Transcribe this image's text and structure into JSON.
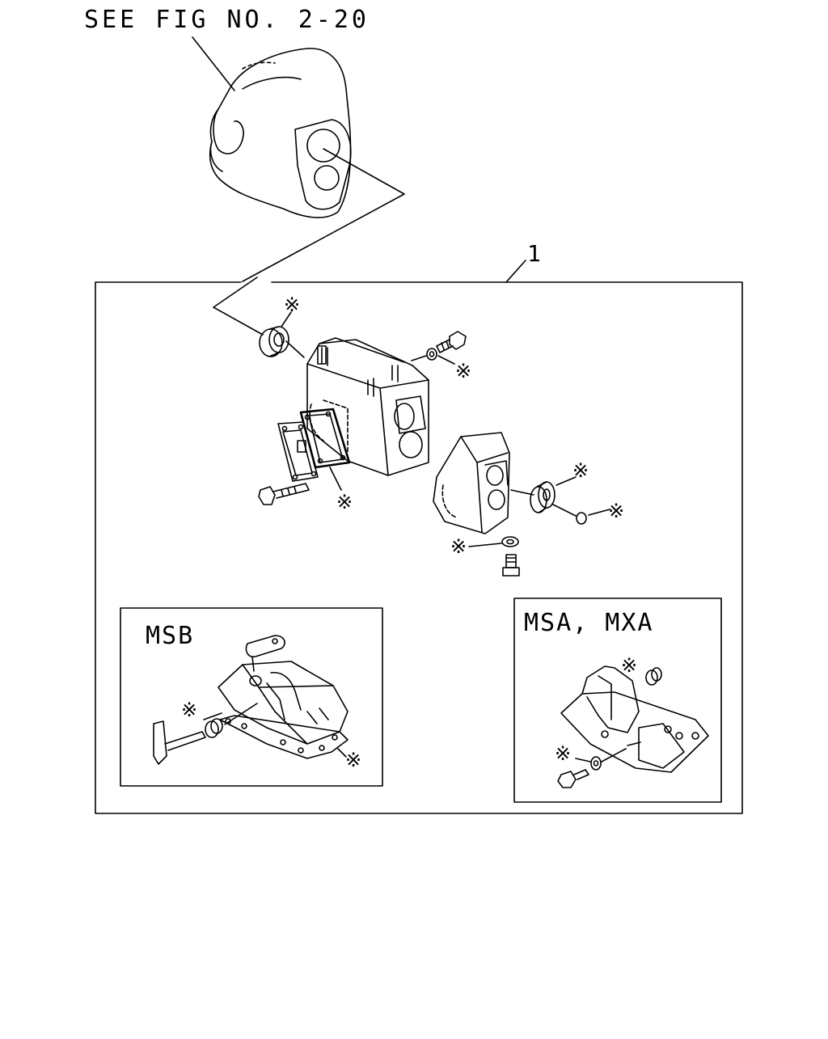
{
  "figure": {
    "reference_text": "SEE FIG NO. 2-20",
    "part_number": "1",
    "variant_labels": [
      "MSB",
      "MSA, MXA"
    ],
    "kit_marker": "※"
  }
}
